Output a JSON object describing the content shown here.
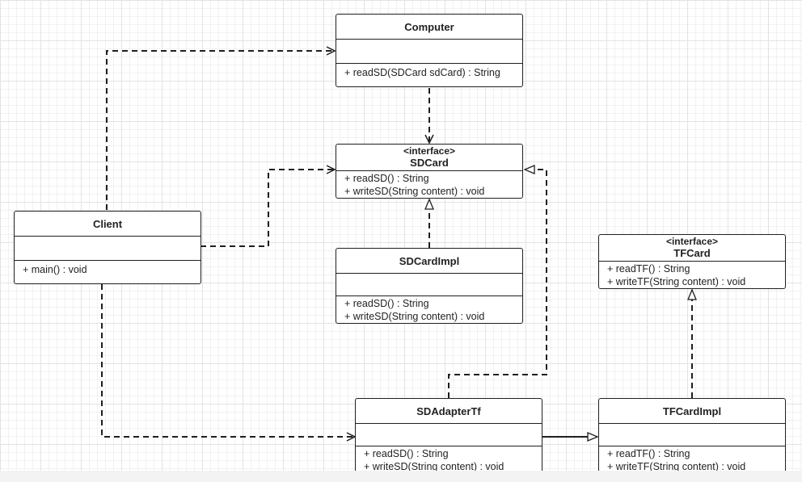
{
  "classes": {
    "computer": {
      "name": "Computer",
      "methods": [
        "+ readSD(SDCard sdCard) : String"
      ]
    },
    "sdcard": {
      "stereotype": "<interface>",
      "name": "SDCard",
      "methods": [
        "+ readSD() : String",
        "+ writeSD(String content) : void"
      ]
    },
    "client": {
      "name": "Client",
      "methods": [
        "+ main() : void"
      ]
    },
    "sdcardimpl": {
      "name": "SDCardImpl",
      "methods": [
        "+ readSD() : String",
        "+ writeSD(String content) : void"
      ]
    },
    "tfcard": {
      "stereotype": "<interface>",
      "name": "TFCard",
      "methods": [
        "+ readTF() : String",
        "+ writeTF(String content) : void"
      ]
    },
    "sdadaptertf": {
      "name": "SDAdapterTf",
      "methods": [
        "+ readSD() : String",
        "+ writeSD(String content) : void"
      ]
    },
    "tfcardimpl": {
      "name": "TFCardImpl",
      "methods": [
        "+ readTF() : String",
        "+ writeTF(String content) : void"
      ]
    }
  },
  "relations": [
    {
      "from": "Client",
      "to": "Computer",
      "kind": "dependency"
    },
    {
      "from": "Client",
      "to": "SDCard",
      "kind": "dependency"
    },
    {
      "from": "Client",
      "to": "SDAdapterTf",
      "kind": "dependency"
    },
    {
      "from": "Computer",
      "to": "SDCard",
      "kind": "dependency"
    },
    {
      "from": "SDCardImpl",
      "to": "SDCard",
      "kind": "realization"
    },
    {
      "from": "SDAdapterTf",
      "to": "SDCard",
      "kind": "realization"
    },
    {
      "from": "TFCardImpl",
      "to": "TFCard",
      "kind": "realization"
    },
    {
      "from": "SDAdapterTf",
      "to": "TFCardImpl",
      "kind": "association"
    }
  ],
  "colors": {
    "stroke": "#1f1f1f",
    "grid": "#e3e3e3",
    "background": "#ffffff"
  }
}
